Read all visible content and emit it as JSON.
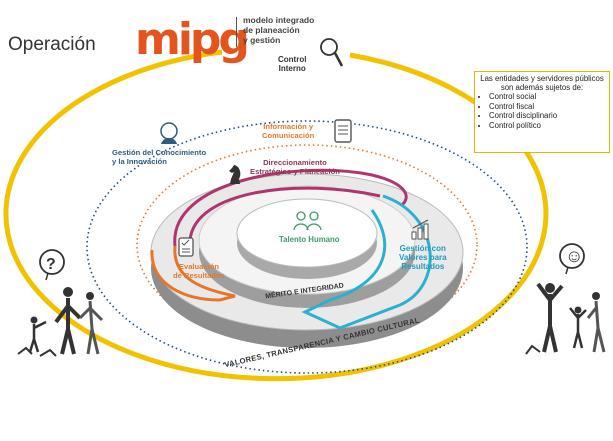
{
  "header": {
    "section_title": "Operación",
    "logo_text": "mipg",
    "logo_subtitle": [
      "modelo integrado",
      "de planeación",
      "y gestión"
    ],
    "control_interno": [
      "Control",
      "Interno"
    ]
  },
  "info_box": {
    "title": [
      "Las entidades y servidores públicos",
      "son además sujetos de:"
    ],
    "items": [
      "Control social",
      "Control fiscal",
      "Control disciplinario",
      "Control político"
    ]
  },
  "dimensions": {
    "gestion_conocimiento": [
      "Gestión del Conocimiento",
      "y la Innovación"
    ],
    "informacion": [
      "Información y",
      "Comunicación"
    ],
    "direccionamiento": [
      "Direccionamiento",
      "Estratégico y Planeación"
    ],
    "gestion_valores": [
      "Gestión con",
      "Valores para",
      "Resultados"
    ],
    "evaluacion": [
      "Evaluación",
      "de Resultados"
    ],
    "talento": "Talento Humano"
  },
  "bands": {
    "merito": "MÉRITO E INTEGRIDAD",
    "valores": "VALORES, TRANSPARENCIA Y CAMBIO CULTURAL"
  },
  "people": {
    "left_bubble": "?",
    "right_bubble": "☺"
  },
  "colors": {
    "yellow": "#f2c200",
    "orange": "#e8742a",
    "magenta": "#b0356f",
    "teal": "#2bb0cf",
    "purple": "#8a3a5a",
    "green": "#3f9a6a",
    "navy": "#1d4e89",
    "logo": "#e3541f"
  }
}
